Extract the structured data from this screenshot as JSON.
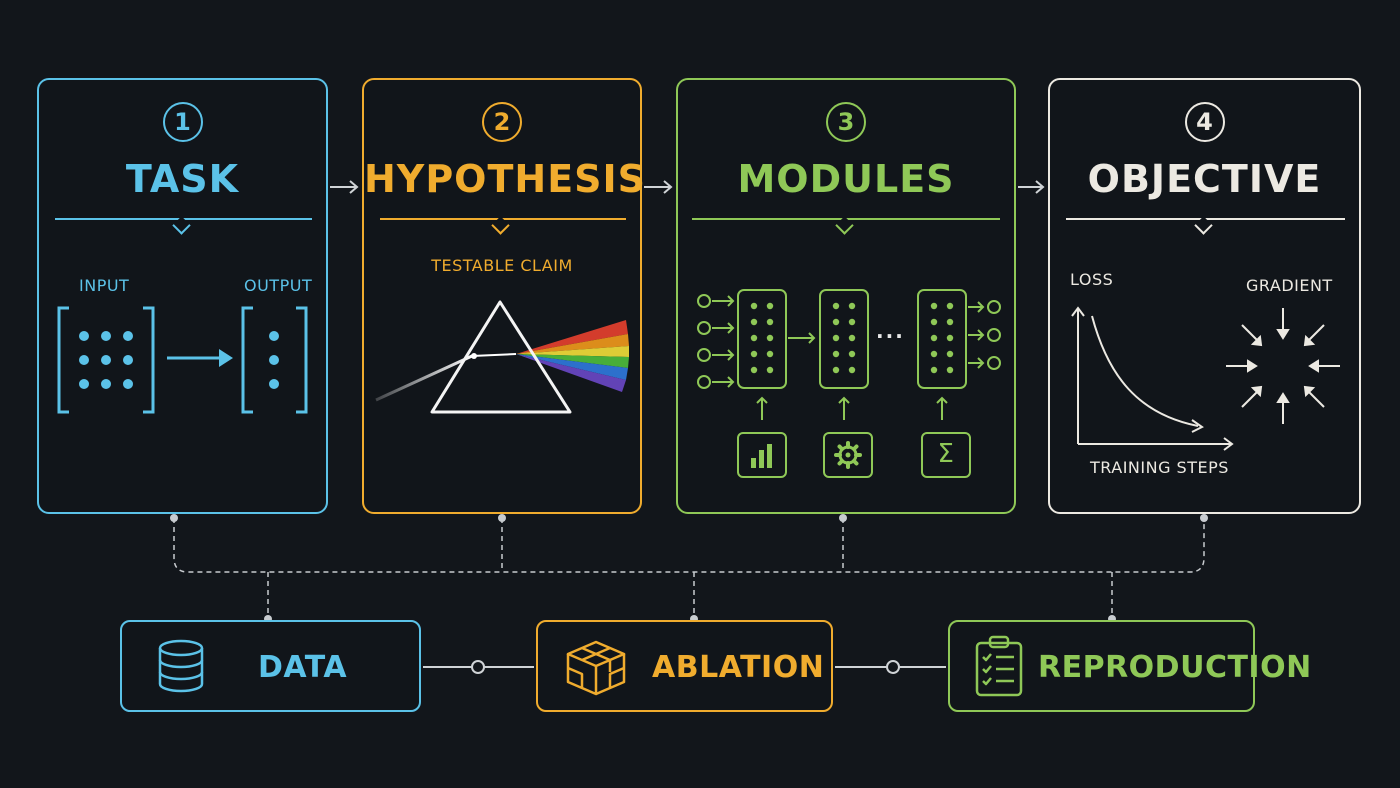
{
  "colors": {
    "background": "#12161b",
    "task": "#5bc2e8",
    "hypothesis": "#f0ac2e",
    "modules": "#8fc857",
    "objective": "#ece9e2"
  },
  "steps": [
    {
      "number": "1",
      "title": "TASK",
      "input_label": "INPUT",
      "output_label": "OUTPUT"
    },
    {
      "number": "2",
      "title": "HYPOTHESIS",
      "caption": "TESTABLE CLAIM"
    },
    {
      "number": "3",
      "title": "MODULES",
      "ellipsis": "···"
    },
    {
      "number": "4",
      "title": "OBJECTIVE",
      "loss_label": "LOSS",
      "gradient_label": "GRADIENT",
      "x_label": "TRAINING STEPS"
    }
  ],
  "foundations": [
    {
      "label": "DATA",
      "icon": "database-icon"
    },
    {
      "label": "ABLATION",
      "icon": "cube-icon"
    },
    {
      "label": "REPRODUCTION",
      "icon": "clipboard-checklist-icon"
    }
  ],
  "module_icons": [
    "bar-chart-icon",
    "gear-icon",
    "sigma-icon"
  ],
  "module_glyphs": {
    "sigma": "Σ"
  }
}
